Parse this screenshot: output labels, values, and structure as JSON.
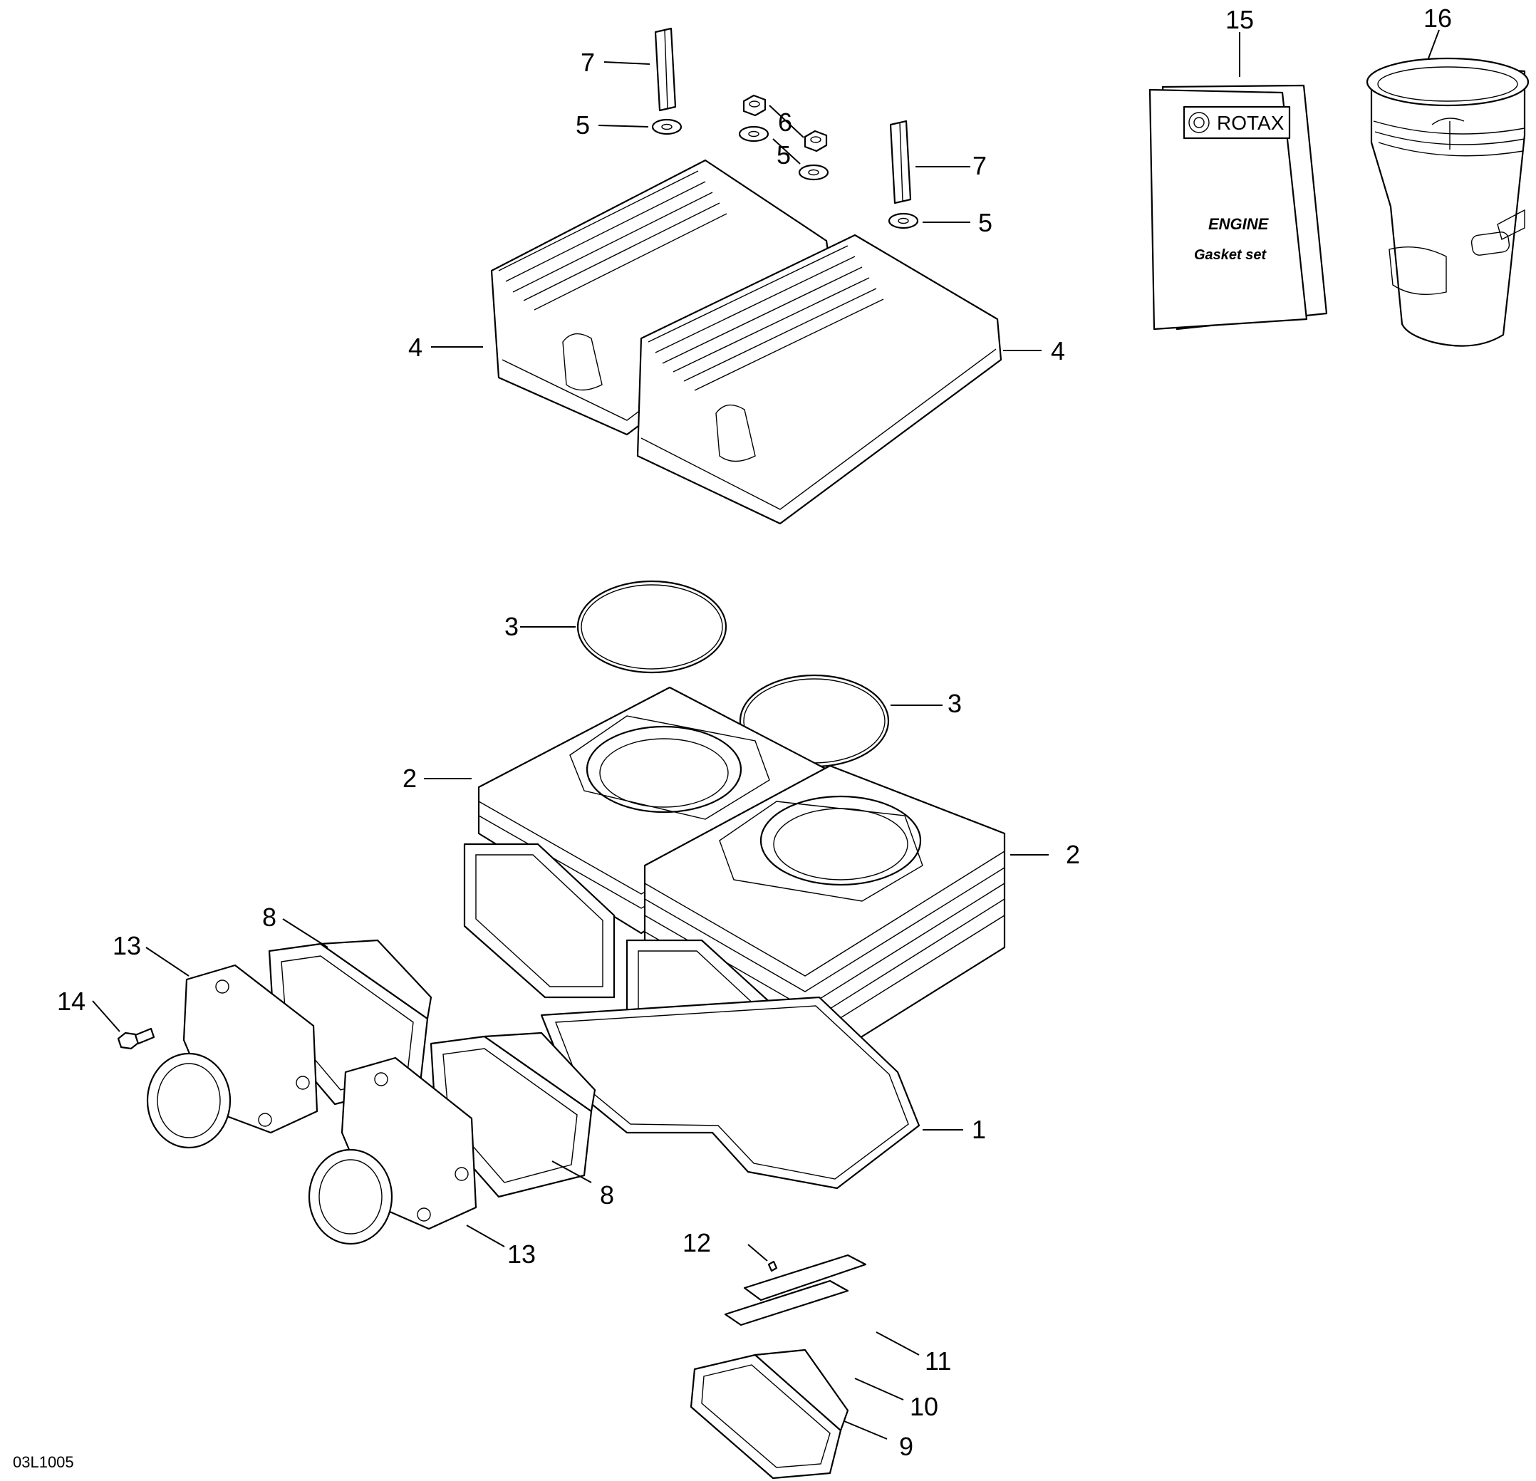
{
  "diagram": {
    "reference_code": "03L1005",
    "callouts": {
      "c1": "1",
      "c2a": "2",
      "c2b": "2",
      "c3a": "3",
      "c3b": "3",
      "c4a": "4",
      "c4b": "4",
      "c5a": "5",
      "c5b": "5",
      "c5c": "5",
      "c6": "6",
      "c7a": "7",
      "c7b": "7",
      "c8a": "8",
      "c8b": "8",
      "c9": "9",
      "c10": "10",
      "c11": "11",
      "c12": "12",
      "c13a": "13",
      "c13b": "13",
      "c14": "14",
      "c15": "15",
      "c16": "16"
    },
    "gasket_set_box": {
      "brand": "ROTAX",
      "title": "ENGINE",
      "subtitle": "Gasket set"
    }
  }
}
